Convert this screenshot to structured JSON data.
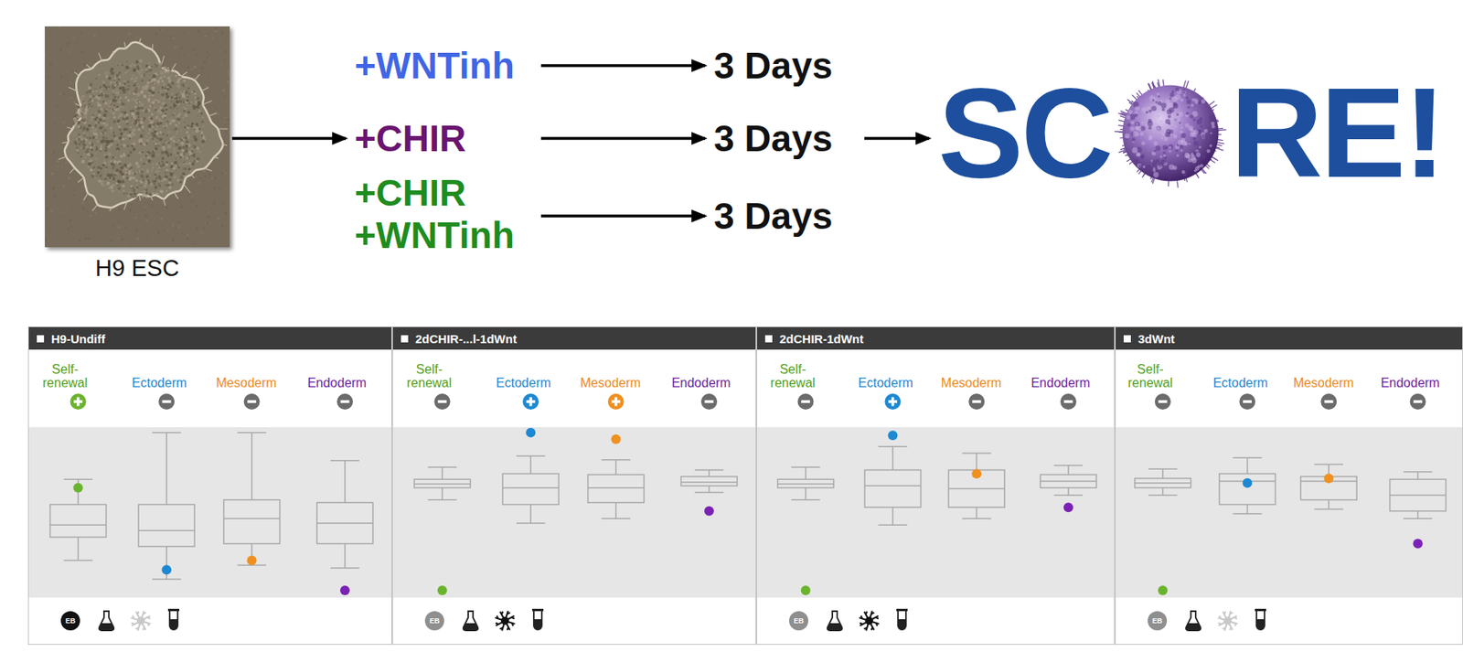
{
  "diagram": {
    "nodes": [
      {
        "text": [
          "H9 ESC"
        ]
      },
      {
        "text": [
          "+WNTinh"
        ]
      },
      {
        "text": [
          "+CHIR"
        ]
      },
      {
        "text": [
          "+CHIR +WNTinh"
        ]
      },
      {
        "text": [
          "3 Days"
        ]
      },
      {
        "text": [
          "3 Days"
        ]
      },
      {
        "text": [
          "3 Days"
        ]
      },
      {
        "text": [
          "SC",
          "RE!"
        ]
      },
      {
        "text": [
          "H9-Undiff"
        ]
      },
      {
        "text": [
          "2dCHIR-...l-1dWnt"
        ]
      },
      {
        "text": [
          "2dCHIR-1dWnt"
        ]
      },
      {
        "text": [
          "3dWnt"
        ]
      }
    ],
    "edges": [
      {
        "from": 0,
        "to": 2,
        "arrow": "to"
      },
      {
        "from": 1,
        "to": 4,
        "arrow": "to"
      },
      {
        "from": 2,
        "to": 5,
        "arrow": "to"
      },
      {
        "from": 3,
        "to": 6,
        "arrow": "to"
      },
      {
        "from": 5,
        "to": 7,
        "arrow": "to"
      }
    ],
    "labels": [
      "Self-renewal",
      "Ectoderm",
      "Mesoderm",
      "Endoderm",
      "Self-renewal",
      "Ectoderm",
      "Mesoderm",
      "Endoderm",
      "Self-renewal",
      "Ectoderm",
      "Mesoderm",
      "Endoderm",
      "Self-renewal",
      "Ectoderm",
      "Mesoderm",
      "Endoderm",
      "EB",
      "EB",
      "EB",
      "EB"
    ]
  }
}
